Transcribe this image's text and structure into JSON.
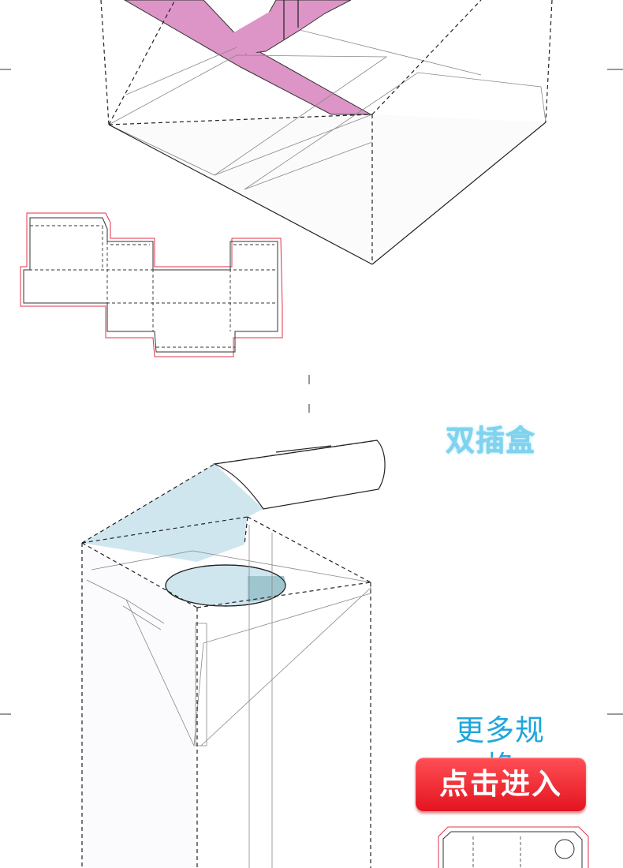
{
  "labels": {
    "box_type": "双插盒",
    "more_specs": "更多规格"
  },
  "buttons": {
    "enter": "点击进入"
  },
  "colors": {
    "flap_pink": "#dd94c6",
    "flap_blue": "#cfe6ef",
    "dieline_red": "#e0334a",
    "accent_cyan": "#1fa6db",
    "button_red": "#e3141f"
  }
}
